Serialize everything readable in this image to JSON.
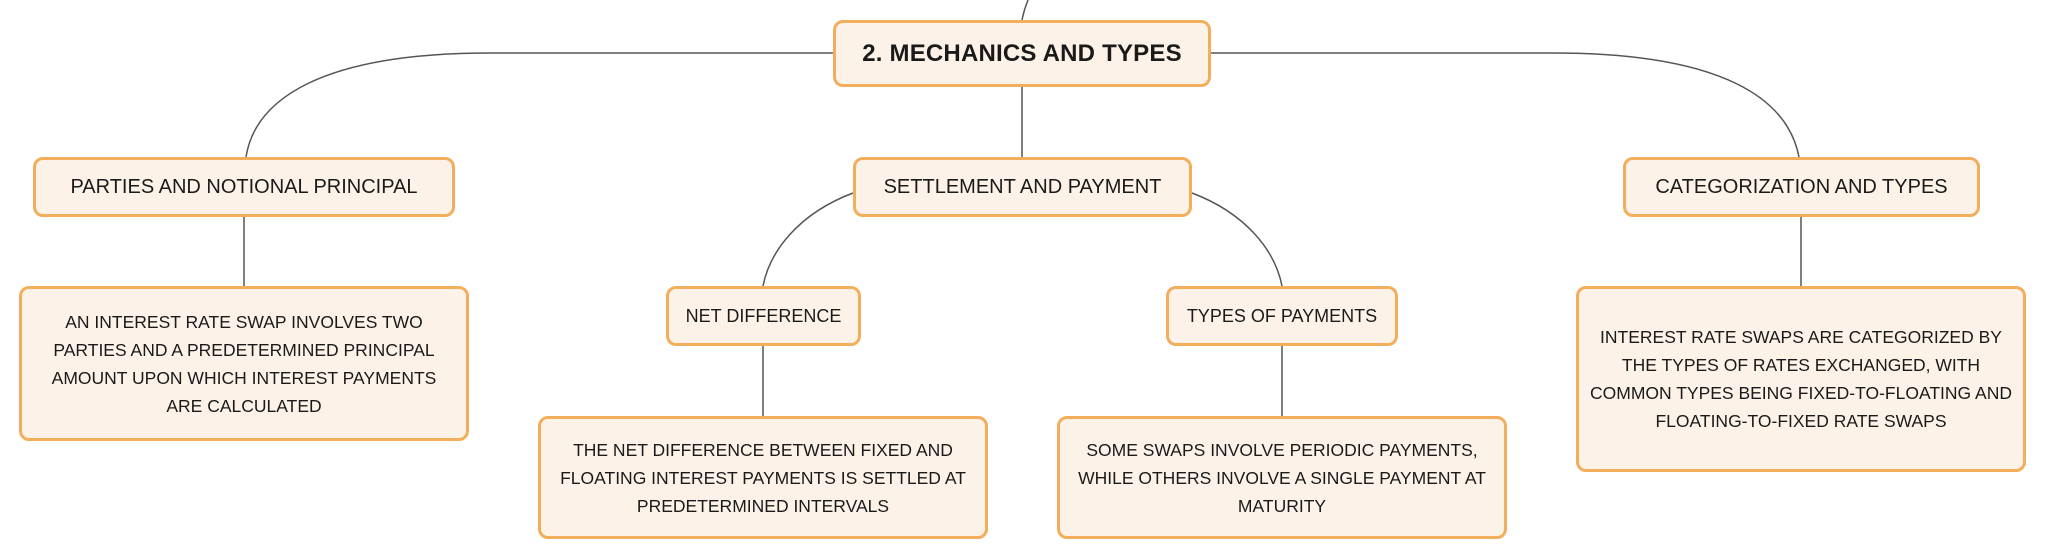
{
  "root": {
    "label": "2. MECHANICS AND TYPES"
  },
  "branches": {
    "parties": {
      "label": "PARTIES AND NOTIONAL PRINCIPAL",
      "detail": "AN INTEREST RATE SWAP INVOLVES TWO PARTIES AND A PREDETERMINED PRINCIPAL AMOUNT UPON WHICH INTEREST PAYMENTS ARE CALCULATED"
    },
    "settlement": {
      "label": "SETTLEMENT AND PAYMENT",
      "children": {
        "net_difference": {
          "label": "NET DIFFERENCE",
          "detail": "THE NET DIFFERENCE BETWEEN FIXED AND FLOATING INTEREST PAYMENTS IS SETTLED AT PREDETERMINED INTERVALS"
        },
        "types_of_payments": {
          "label": "TYPES OF PAYMENTS",
          "detail": "SOME SWAPS INVOLVE PERIODIC PAYMENTS, WHILE OTHERS INVOLVE A SINGLE PAYMENT AT MATURITY"
        }
      }
    },
    "categorization": {
      "label": "CATEGORIZATION AND TYPES",
      "detail": "INTEREST RATE SWAPS ARE CATEGORIZED BY THE TYPES OF RATES EXCHANGED, WITH COMMON TYPES BEING FIXED-TO-FLOATING AND FLOATING-TO-FIXED RATE SWAPS"
    }
  },
  "colors": {
    "node_fill": "#fdf2e7",
    "node_border": "#f2ae5b",
    "connector": "#555555",
    "text": "#1a1a1a"
  }
}
